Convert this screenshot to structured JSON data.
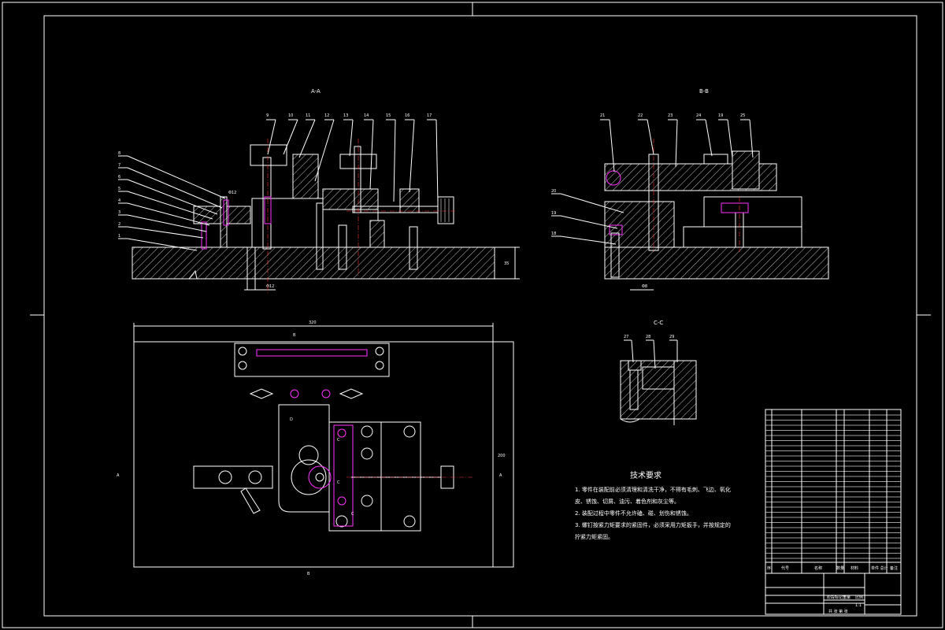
{
  "drawing": {
    "section_labels": {
      "aa": "A-A",
      "bb": "B-B",
      "cc": "C-C"
    },
    "tech_title": "技术要求",
    "tech_notes": [
      "1. 零件在装配前必须清理和清洗干净，不得有毛刺、飞边、氧化",
      "皮、锈蚀、切屑、油污、着色剂和灰尘等。",
      "2. 装配过程中零件不允许磕、碰、划伤和锈蚀。",
      "3. 螺钉按紧力矩要求的紧固件，必须采用力矩扳手，并按规定的",
      "拧紧力矩紧固。"
    ],
    "leaders_left": [
      "8",
      "7",
      "6",
      "5",
      "4",
      "3",
      "2",
      "1"
    ],
    "leaders_top_a": [
      "9",
      "10",
      "11",
      "12",
      "13",
      "14",
      "15",
      "16",
      "17"
    ],
    "leaders_top_b": [
      "21",
      "22",
      "23",
      "24",
      "19",
      "25"
    ],
    "leaders_left_b": [
      "20",
      "19",
      "18"
    ],
    "leaders_c": [
      "27",
      "28",
      "29"
    ],
    "dims": {
      "height_a": "35",
      "width_plan": "320",
      "height_plan": "200",
      "dia_a": "Φ12",
      "dia_b": "Φ8"
    },
    "title_block": {
      "col_seq": "序",
      "col_code": "代号",
      "col_name": "名称",
      "col_qty": "数量",
      "col_material": "材料",
      "col_mass": "单件 总计",
      "col_note": "备注",
      "scale": "1:1",
      "stage": "阶段标记",
      "weight": "重量",
      "ratio": "比例",
      "sheet": "共 张 第 张"
    }
  }
}
